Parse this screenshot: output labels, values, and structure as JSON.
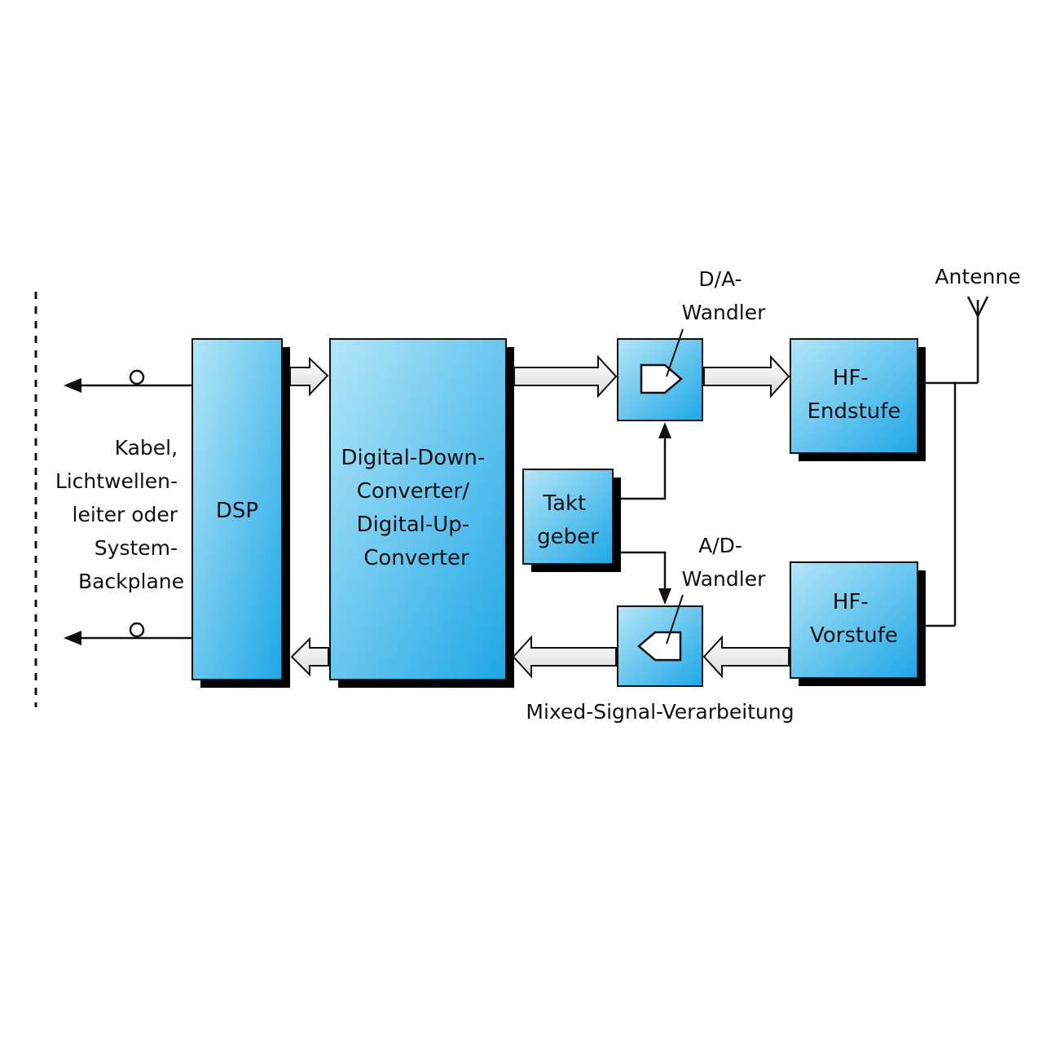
{
  "colors": {
    "block_fill_light": "#b4e6f8",
    "block_fill_dark": "#1ea7e6",
    "block_shadow": "#000000",
    "line": "#111111",
    "bus_arrow_fill": "#eeeeee"
  },
  "left_interface": {
    "label_lines": [
      "Kabel,",
      "Lichtwellen-",
      "leiter oder",
      "System-",
      "Backplane"
    ]
  },
  "blocks": {
    "dsp": {
      "label": "DSP"
    },
    "converter": {
      "label_lines": [
        "Digital-Down-",
        "Converter/",
        "Digital-Up-",
        "Converter"
      ]
    },
    "clock": {
      "label_lines": [
        "Takt",
        "geber"
      ]
    },
    "hf_end": {
      "label_lines": [
        "HF-",
        "Endstufe"
      ]
    },
    "hf_pre": {
      "label_lines": [
        "HF-",
        "Vorstufe"
      ]
    },
    "dac": {
      "caption_lines": [
        "D/A-",
        "Wandler"
      ]
    },
    "adc": {
      "caption_lines": [
        "A/D-",
        "Wandler"
      ]
    }
  },
  "antenna": {
    "label": "Antenne"
  },
  "group_caption": "Mixed-Signal-Verarbeitung"
}
